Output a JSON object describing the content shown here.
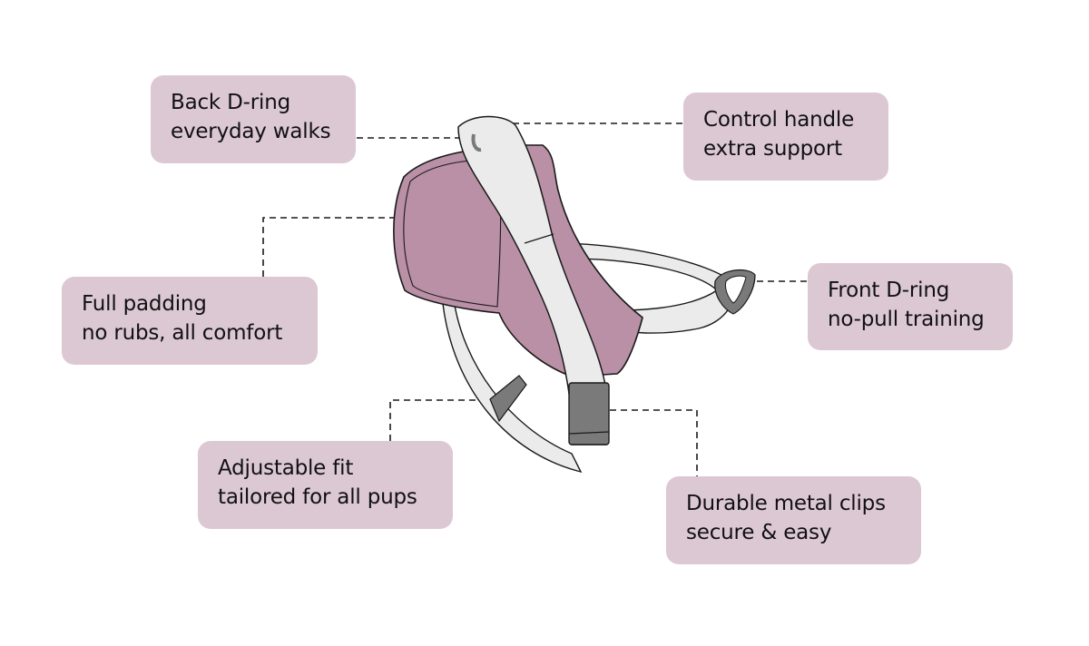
{
  "diagram": {
    "subject": "dog harness",
    "colors": {
      "callout_bg": "#dcc8d3",
      "padding_fill": "#b990a6",
      "strap_fill": "#ebebeb",
      "hardware_fill": "#7a7a7a",
      "outline": "#1a1a1a"
    },
    "callouts": [
      {
        "id": "back-d-ring",
        "title": "Back D-ring",
        "subtitle": "everyday walks"
      },
      {
        "id": "control-handle",
        "title": "Control handle",
        "subtitle": "extra support"
      },
      {
        "id": "full-padding",
        "title": "Full padding",
        "subtitle": "no rubs, all comfort"
      },
      {
        "id": "front-d-ring",
        "title": "Front D-ring",
        "subtitle": "no-pull training"
      },
      {
        "id": "adjustable-fit",
        "title": "Adjustable fit",
        "subtitle": "tailored for all pups"
      },
      {
        "id": "metal-clips",
        "title": "Durable metal clips",
        "subtitle": "secure & easy"
      }
    ]
  }
}
